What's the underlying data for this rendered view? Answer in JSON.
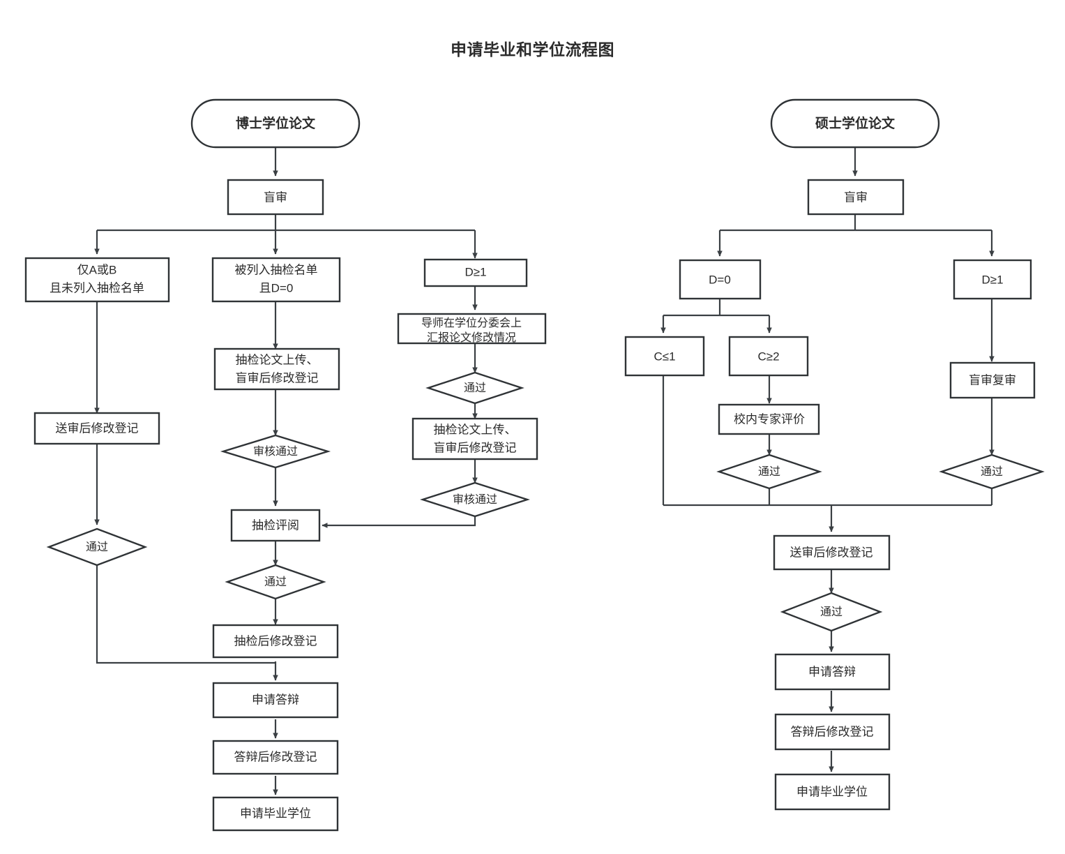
{
  "title": "申请毕业和学位流程图",
  "colors": {
    "background": "#ffffff",
    "stroke": "#2f3336",
    "edge": "#3a3f43",
    "text": "#2b2b2b"
  },
  "chart_data": {
    "type": "diagram",
    "diagram_kind": "flowchart",
    "title": "申请毕业和学位流程图",
    "lanes": [
      {
        "id": "doctoral",
        "start_label": "博士学位论文"
      },
      {
        "id": "master",
        "start_label": "硕士学位论文"
      }
    ],
    "nodes": [
      {
        "id": "d-start",
        "label": "博士学位论文",
        "shape": "terminal",
        "lane": "doctoral"
      },
      {
        "id": "d-blind",
        "label": "盲审",
        "shape": "process",
        "lane": "doctoral"
      },
      {
        "id": "d-ab",
        "label": "仅A或B\n且未列入抽检名单",
        "shape": "process",
        "lane": "doctoral"
      },
      {
        "id": "d-listed",
        "label": "被列入抽检名单\n且D=0",
        "shape": "process",
        "lane": "doctoral"
      },
      {
        "id": "d-d1",
        "label": "D≥1",
        "shape": "process",
        "lane": "doctoral"
      },
      {
        "id": "d-report",
        "label": "导师在学位分委会上\n汇报论文修改情况",
        "shape": "process",
        "lane": "doctoral"
      },
      {
        "id": "d-pass1",
        "label": "通过",
        "shape": "decision",
        "lane": "doctoral"
      },
      {
        "id": "d-upload2",
        "label": "抽检论文上传、\n盲审后修改登记",
        "shape": "process",
        "lane": "doctoral"
      },
      {
        "id": "d-check2",
        "label": "审核通过",
        "shape": "decision",
        "lane": "doctoral"
      },
      {
        "id": "d-upload1",
        "label": "抽检论文上传、\n盲审后修改登记",
        "shape": "process",
        "lane": "doctoral"
      },
      {
        "id": "d-check1",
        "label": "审核通过",
        "shape": "decision",
        "lane": "doctoral"
      },
      {
        "id": "d-after",
        "label": "送审后修改登记",
        "shape": "process",
        "lane": "doctoral"
      },
      {
        "id": "d-passL",
        "label": "通过",
        "shape": "decision",
        "lane": "doctoral"
      },
      {
        "id": "d-review",
        "label": "抽检评阅",
        "shape": "process",
        "lane": "doctoral"
      },
      {
        "id": "d-pass3",
        "label": "通过",
        "shape": "decision",
        "lane": "doctoral"
      },
      {
        "id": "d-postreg",
        "label": "抽检后修改登记",
        "shape": "process",
        "lane": "doctoral"
      },
      {
        "id": "d-apply",
        "label": "申请答辩",
        "shape": "process",
        "lane": "doctoral"
      },
      {
        "id": "d-postdef",
        "label": "答辩后修改登记",
        "shape": "process",
        "lane": "doctoral"
      },
      {
        "id": "d-degree",
        "label": "申请毕业学位",
        "shape": "process",
        "lane": "doctoral"
      },
      {
        "id": "m-start",
        "label": "硕士学位论文",
        "shape": "terminal",
        "lane": "master"
      },
      {
        "id": "m-blind",
        "label": "盲审",
        "shape": "process",
        "lane": "master"
      },
      {
        "id": "m-d0",
        "label": "D=0",
        "shape": "process",
        "lane": "master"
      },
      {
        "id": "m-d1",
        "label": "D≥1",
        "shape": "process",
        "lane": "master"
      },
      {
        "id": "m-c1",
        "label": "C≤1",
        "shape": "process",
        "lane": "master"
      },
      {
        "id": "m-c2",
        "label": "C≥2",
        "shape": "process",
        "lane": "master"
      },
      {
        "id": "m-expert",
        "label": "校内专家评价",
        "shape": "process",
        "lane": "master"
      },
      {
        "id": "m-pass1",
        "label": "通过",
        "shape": "decision",
        "lane": "master"
      },
      {
        "id": "m-recheck",
        "label": "盲审复审",
        "shape": "process",
        "lane": "master"
      },
      {
        "id": "m-pass2",
        "label": "通过",
        "shape": "decision",
        "lane": "master"
      },
      {
        "id": "m-after",
        "label": "送审后修改登记",
        "shape": "process",
        "lane": "master"
      },
      {
        "id": "m-pass3",
        "label": "通过",
        "shape": "decision",
        "lane": "master"
      },
      {
        "id": "m-apply",
        "label": "申请答辩",
        "shape": "process",
        "lane": "master"
      },
      {
        "id": "m-postdef",
        "label": "答辩后修改登记",
        "shape": "process",
        "lane": "master"
      },
      {
        "id": "m-degree",
        "label": "申请毕业学位",
        "shape": "process",
        "lane": "master"
      }
    ],
    "edges": [
      {
        "from": "d-start",
        "to": "d-blind"
      },
      {
        "from": "d-blind",
        "to": "d-ab"
      },
      {
        "from": "d-blind",
        "to": "d-listed"
      },
      {
        "from": "d-blind",
        "to": "d-d1"
      },
      {
        "from": "d-ab",
        "to": "d-after"
      },
      {
        "from": "d-after",
        "to": "d-passL"
      },
      {
        "from": "d-passL",
        "to": "d-apply"
      },
      {
        "from": "d-listed",
        "to": "d-upload1"
      },
      {
        "from": "d-upload1",
        "to": "d-check1"
      },
      {
        "from": "d-check1",
        "to": "d-review"
      },
      {
        "from": "d-d1",
        "to": "d-report"
      },
      {
        "from": "d-report",
        "to": "d-pass1"
      },
      {
        "from": "d-pass1",
        "to": "d-upload2"
      },
      {
        "from": "d-upload2",
        "to": "d-check2"
      },
      {
        "from": "d-check2",
        "to": "d-review"
      },
      {
        "from": "d-review",
        "to": "d-pass3"
      },
      {
        "from": "d-pass3",
        "to": "d-postreg"
      },
      {
        "from": "d-postreg",
        "to": "d-apply"
      },
      {
        "from": "d-apply",
        "to": "d-postdef"
      },
      {
        "from": "d-postdef",
        "to": "d-degree"
      },
      {
        "from": "m-start",
        "to": "m-blind"
      },
      {
        "from": "m-blind",
        "to": "m-d0"
      },
      {
        "from": "m-blind",
        "to": "m-d1"
      },
      {
        "from": "m-d0",
        "to": "m-c1"
      },
      {
        "from": "m-d0",
        "to": "m-c2"
      },
      {
        "from": "m-c2",
        "to": "m-expert"
      },
      {
        "from": "m-expert",
        "to": "m-pass1"
      },
      {
        "from": "m-d1",
        "to": "m-recheck"
      },
      {
        "from": "m-recheck",
        "to": "m-pass2"
      },
      {
        "from": "m-c1",
        "to": "m-after"
      },
      {
        "from": "m-pass1",
        "to": "m-after"
      },
      {
        "from": "m-pass2",
        "to": "m-after"
      },
      {
        "from": "m-after",
        "to": "m-pass3"
      },
      {
        "from": "m-pass3",
        "to": "m-apply"
      },
      {
        "from": "m-apply",
        "to": "m-postdef"
      },
      {
        "from": "m-postdef",
        "to": "m-degree"
      }
    ]
  },
  "labels": {
    "d_start": "博士学位论文",
    "d_blind": "盲审",
    "d_ab_l1": "仅A或B",
    "d_ab_l2": "且未列入抽检名单",
    "d_listed_l1": "被列入抽检名单",
    "d_listed_l2": "且D=0",
    "d_d1": "D≥1",
    "d_report_l1": "导师在学位分委会上",
    "d_report_l2": "汇报论文修改情况",
    "d_pass1": "通过",
    "d_upload2_l1": "抽检论文上传、",
    "d_upload2_l2": "盲审后修改登记",
    "d_check2": "审核通过",
    "d_upload1_l1": "抽检论文上传、",
    "d_upload1_l2": "盲审后修改登记",
    "d_check1": "审核通过",
    "d_after": "送审后修改登记",
    "d_passL": "通过",
    "d_review": "抽检评阅",
    "d_pass3": "通过",
    "d_postreg": "抽检后修改登记",
    "d_apply": "申请答辩",
    "d_postdef": "答辩后修改登记",
    "d_degree": "申请毕业学位",
    "m_start": "硕士学位论文",
    "m_blind": "盲审",
    "m_d0": "D=0",
    "m_d1": "D≥1",
    "m_c1": "C≤1",
    "m_c2": "C≥2",
    "m_expert": "校内专家评价",
    "m_pass1": "通过",
    "m_recheck": "盲审复审",
    "m_pass2": "通过",
    "m_after": "送审后修改登记",
    "m_pass3": "通过",
    "m_apply": "申请答辩",
    "m_postdef": "答辩后修改登记",
    "m_degree": "申请毕业学位"
  }
}
